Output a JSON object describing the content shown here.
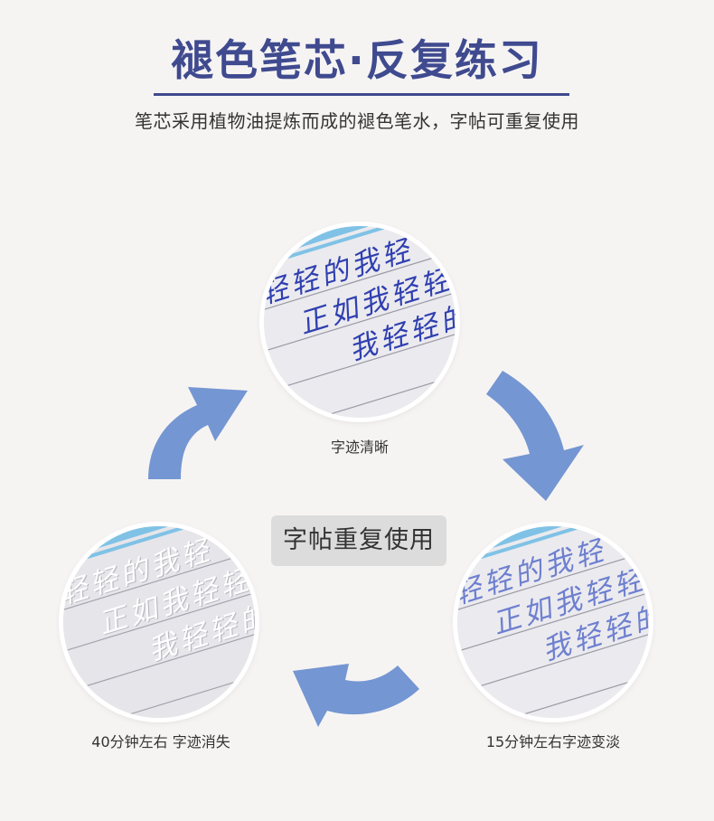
{
  "header": {
    "title": "褪色笔芯·反复练习",
    "subtitle": "笔芯采用植物油提炼而成的褪色笔水，字帖可重复使用"
  },
  "center_label": "字帖重复使用",
  "stages": [
    {
      "caption": "字迹清晰",
      "ink_color": "#2f3fb0"
    },
    {
      "caption": "15分钟左右字迹变淡",
      "ink_color": "#6d7fcf"
    },
    {
      "caption": "40分钟左右 字迹消失",
      "ink_color": "#ffffff"
    }
  ],
  "handwriting": {
    "line1": "轻轻的我轻",
    "line2": "正如我轻轻",
    "line3": "我轻轻的"
  },
  "colors": {
    "title": "#3f4a8f",
    "arrow": "#7496d2",
    "band": "#7fc2e6"
  }
}
